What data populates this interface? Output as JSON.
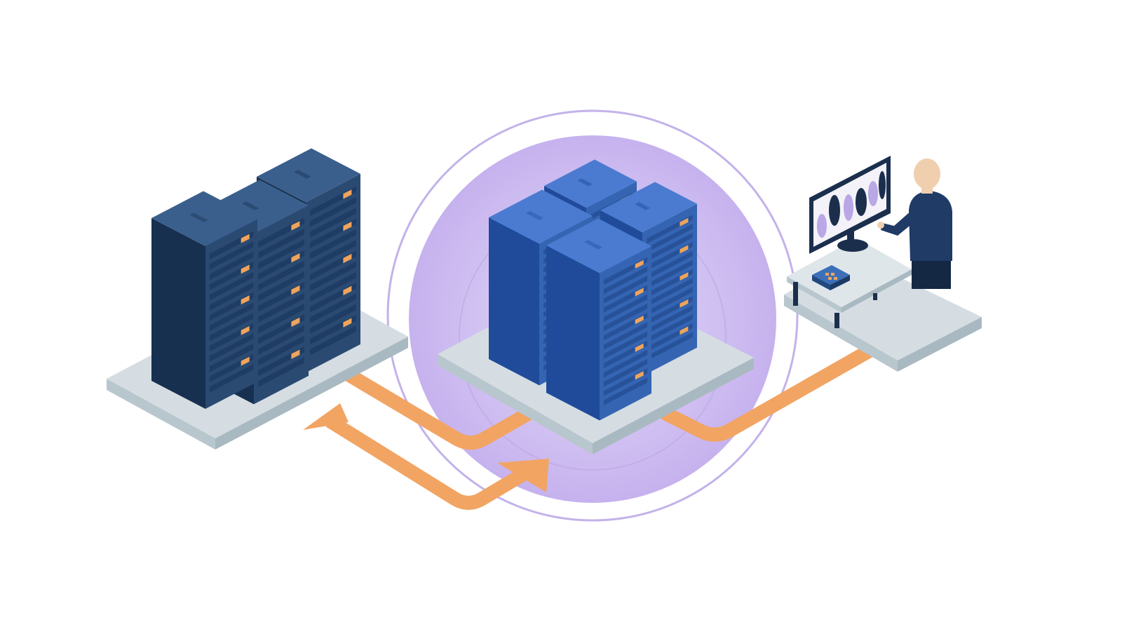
{
  "scene": {
    "nodes": [
      {
        "id": "source-server-cluster",
        "rack_count": 3
      },
      {
        "id": "central-server-cluster",
        "rack_count": 4,
        "highlight": "purple-halo"
      },
      {
        "id": "operator-workstation",
        "rack_count": 0
      }
    ],
    "flows": [
      {
        "id": "return-flow",
        "from": "central-server-cluster",
        "to": "source-server-cluster",
        "arrowhead": true
      },
      {
        "id": "forward-flow",
        "from": "source-server-cluster",
        "to": "central-server-cluster",
        "arrowhead": true
      },
      {
        "id": "user-link",
        "from": "central-server-cluster",
        "to": "operator-workstation",
        "arrowhead": false
      }
    ],
    "icons": [
      "server-rack-icon",
      "monitor-icon",
      "person-icon",
      "device-icon"
    ]
  },
  "colors": {
    "background": "#ffffff",
    "platform_top": "#d5dde2",
    "platform_edge": "#a9b9c1",
    "rack_dark_front": "#17304f",
    "rack_dark_side": "#2a4a72",
    "rack_dark_top": "#3b5f8c",
    "rack_blue_front": "#1f4b9a",
    "rack_blue_side": "#3565b2",
    "rack_blue_top": "#4a7bd1",
    "led": "#f0a45a",
    "flow": "#f2a463",
    "halo": "#c8b6ee",
    "halo_ring": "#bfaee6",
    "person_shirt": "#1f3b66",
    "person_skin": "#f0cfae"
  }
}
